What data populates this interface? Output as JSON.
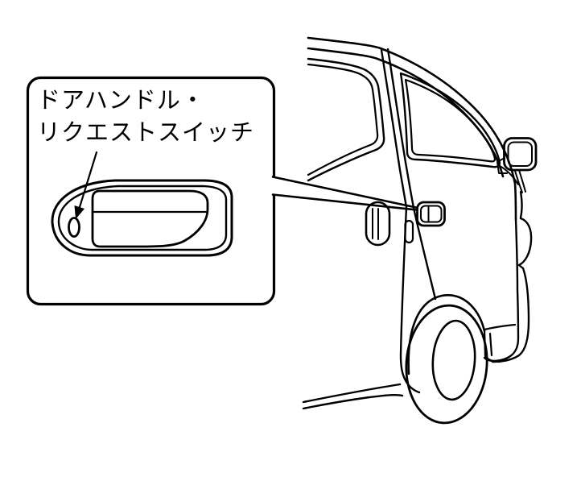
{
  "figure": {
    "type": "vehicle-illustration",
    "callout": {
      "label_lines": [
        "ドアハンドル・",
        "リクエストスイッチ"
      ]
    },
    "colors": {
      "line_color": "#000000",
      "background": "#ffffff"
    }
  }
}
